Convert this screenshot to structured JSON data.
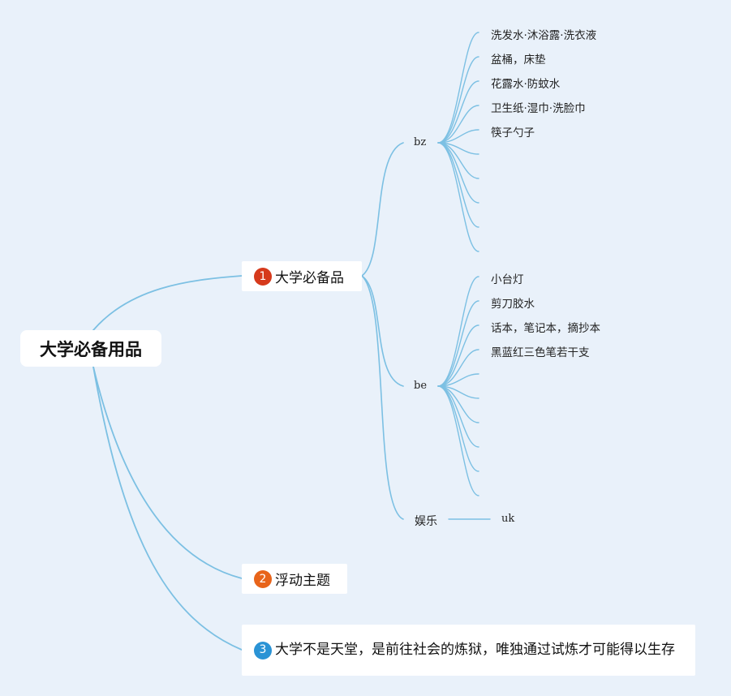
{
  "root": {
    "label": "大学必备用品"
  },
  "branches": [
    {
      "number": "1",
      "label": "大学必备品",
      "color": "#d63a1c",
      "children": [
        {
          "label": "bz",
          "leaves": [
            "洗发水·沐浴露·洗衣液",
            "盆桶，床垫",
            "花露水·防蚊水",
            "卫生纸·湿巾·洗脸巾",
            "筷子勺子",
            "",
            "",
            "",
            "",
            ""
          ]
        },
        {
          "label": "be",
          "leaves": [
            "小台灯",
            "剪刀胶水",
            "话本，笔记本，摘抄本",
            "黑蓝红三色笔若干支",
            "",
            "",
            "",
            "",
            "",
            ""
          ]
        },
        {
          "label": "娱乐",
          "leaves": [
            "uk"
          ]
        }
      ]
    },
    {
      "number": "2",
      "label": "浮动主题",
      "color": "#e8641a"
    },
    {
      "number": "3",
      "label": "大学不是天堂，是前往社会的炼狱，唯独通过试炼才可能得以生存",
      "color": "#2a93d5"
    }
  ],
  "colors": {
    "background": "#e9f1fa",
    "link": "#7cc0e3"
  }
}
